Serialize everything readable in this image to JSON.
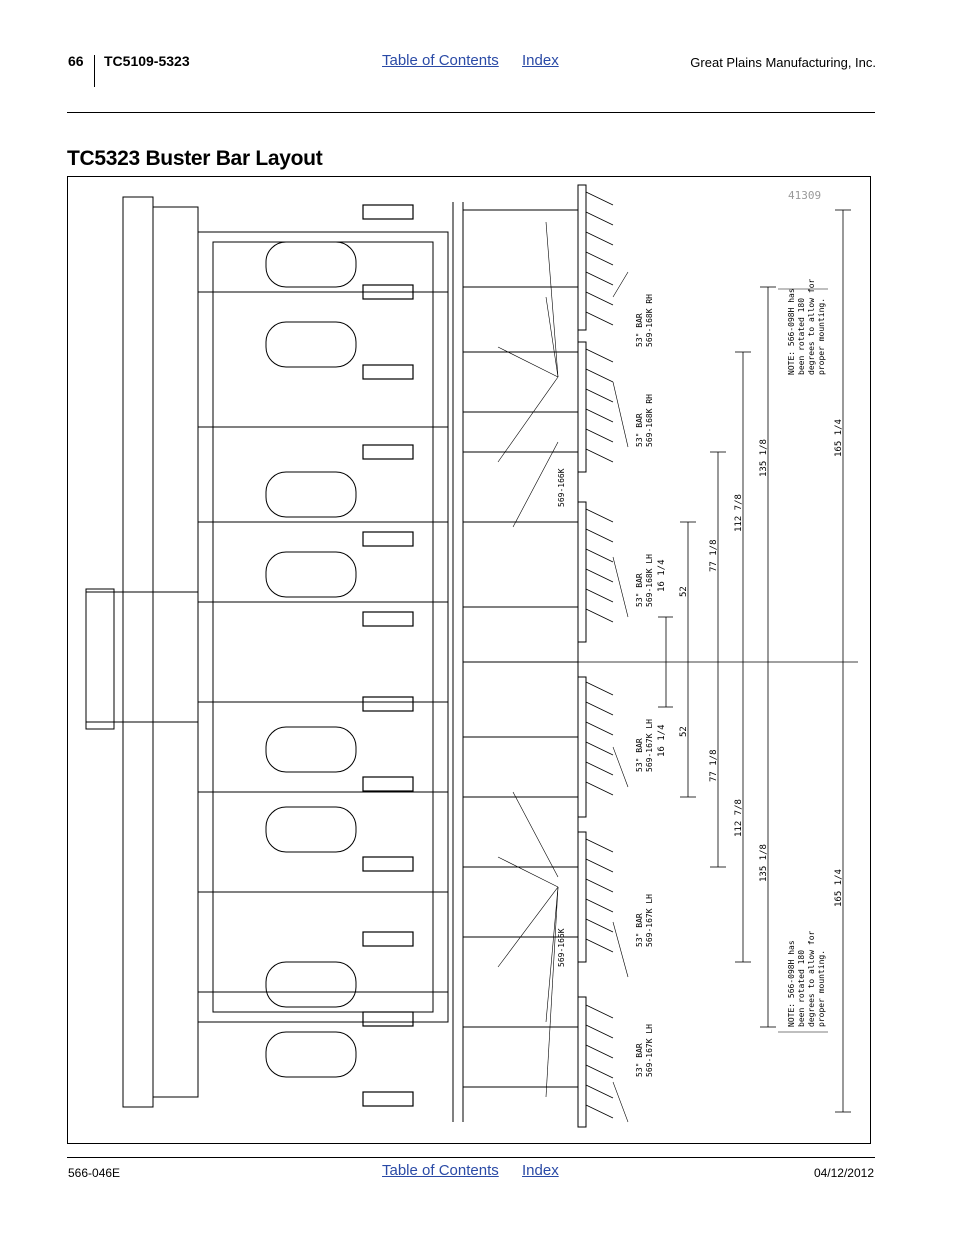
{
  "header": {
    "page_number": "66",
    "doc_code": "TC5109-5323",
    "toc_link": "Table of Contents",
    "index_link": "Index",
    "company": "Great Plains Manufacturing, Inc."
  },
  "title": "TC5323 Buster Bar Layout",
  "figure": {
    "figure_id": "41309",
    "part_top": "569-166K",
    "part_bottom": "569-166K",
    "bar_label": "53\" BAR",
    "bars": [
      {
        "part": "569-168K RH"
      },
      {
        "part": "569-168K RH"
      },
      {
        "part": "569-168K LH"
      },
      {
        "part": "569-167K LH"
      },
      {
        "part": "569-167K LH"
      },
      {
        "part": "569-167K LH"
      }
    ],
    "note_top": [
      "NOTE: 566-098H has",
      "been rotated 180",
      "degrees to allow for",
      "proper mounting."
    ],
    "note_bottom": [
      "NOTE: 566-098H has",
      "been rotated 180",
      "degrees to allow for",
      "proper mounting."
    ],
    "dims_upper": [
      "16 1/4",
      "52",
      "77 1/8",
      "112 7/8",
      "135 1/8",
      "165 1/4"
    ],
    "dims_lower": [
      "16 1/4",
      "52",
      "77 1/8",
      "112 7/8",
      "135 1/8",
      "165 1/4"
    ]
  },
  "footer": {
    "doc_number": "566-046E",
    "toc_link": "Table of Contents",
    "index_link": "Index",
    "date": "04/12/2012"
  }
}
